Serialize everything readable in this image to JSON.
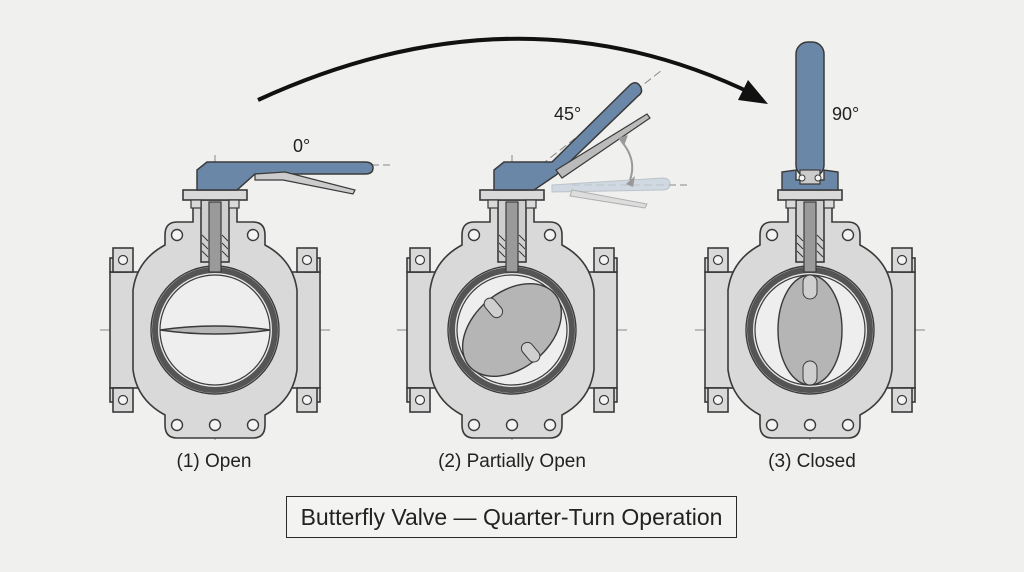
{
  "title": "Butterfly Valve — Quarter-Turn Operation",
  "valves": [
    {
      "caption": "(1) Open",
      "angle_label": "0°",
      "disc_angle_deg": 0
    },
    {
      "caption": "(2) Partially Open",
      "angle_label": "45°",
      "disc_angle_deg": 45
    },
    {
      "caption": "(3) Closed",
      "angle_label": "90°",
      "disc_angle_deg": 90
    }
  ],
  "colors": {
    "body_fill": "#d9d9d9",
    "body_stroke": "#3a3a3a",
    "handle": "#6b87a8",
    "disc": "#b5b5b5",
    "seat": "#555555",
    "ghost_handle": "#c9d3de",
    "arrow": "#111111",
    "centerline": "#888888"
  },
  "icons": [
    "rotation-arrow-icon",
    "double-arrow-icon"
  ]
}
